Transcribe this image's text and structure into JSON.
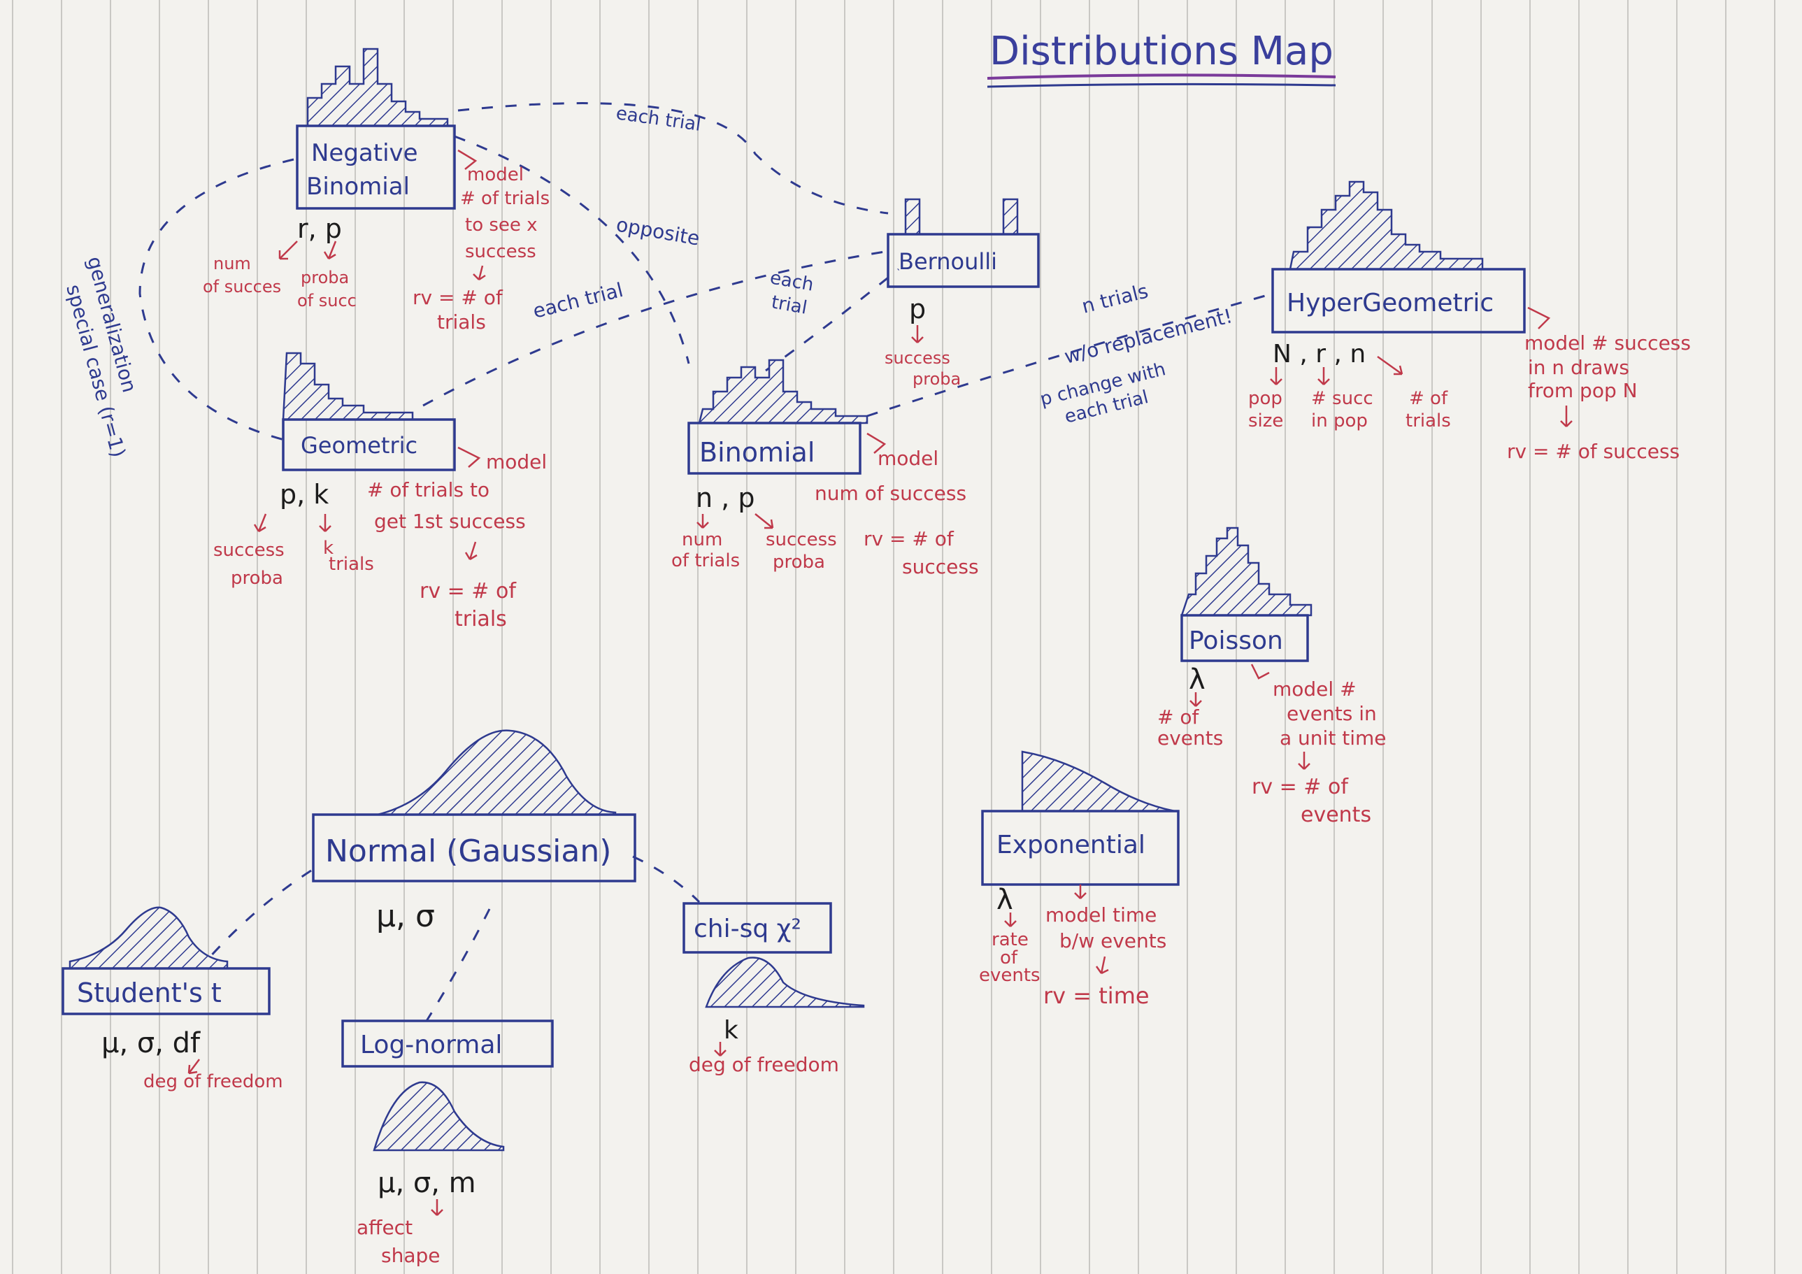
{
  "title": "Distributions Map",
  "colors": {
    "paper": "#f3f2ee",
    "blue_ink": "#2e3a8f",
    "red_ink": "#c0394a",
    "rule_line": "#c9c8c4"
  },
  "nodes": {
    "negative_binomial": {
      "name_line1": "Negative",
      "name_line2": "Binomial",
      "params": "r, p",
      "notes": [
        "num",
        "of succes",
        "proba",
        "of succ"
      ],
      "model": [
        "model",
        "# of trials",
        "to see x",
        "success",
        "rv = # of",
        "trials"
      ]
    },
    "bernoulli": {
      "name": "Bernoulli",
      "params": "p",
      "notes": [
        "success",
        "proba"
      ]
    },
    "hypergeometric": {
      "name": "HyperGeometric",
      "params": "N , r , n",
      "notes": [
        "pop",
        "size",
        "# succ",
        "in pop",
        "# of",
        "trials"
      ],
      "model": [
        "model # success",
        "in n draws",
        "from pop N",
        "rv = # of success"
      ]
    },
    "geometric": {
      "name": "Geometric",
      "params": "p, k",
      "notes": [
        "success",
        "proba",
        "k",
        "trials"
      ],
      "model": [
        "model",
        "# of trials to",
        "get 1st success",
        "rv = # of",
        "trials"
      ]
    },
    "binomial": {
      "name": "Binomial",
      "params": "n , p",
      "notes": [
        "num",
        "of trials",
        "success",
        "proba"
      ],
      "model": [
        "model",
        "num of success",
        "rv = # of",
        "success"
      ]
    },
    "poisson": {
      "name": "Poisson",
      "params": "λ",
      "notes": [
        "# of",
        "events"
      ],
      "model": [
        "model #",
        "events in",
        "a unit time",
        "rv = # of",
        "events"
      ]
    },
    "normal": {
      "name": "Normal (Gaussian)",
      "params": "μ, σ"
    },
    "students_t": {
      "name": "Student's t",
      "params": "μ, σ, df",
      "notes": [
        "deg of freedom"
      ]
    },
    "log_normal": {
      "name": "Log-normal",
      "params": "μ, σ, m",
      "notes": [
        "affect",
        "shape"
      ]
    },
    "chi_sq": {
      "name": "chi-sq χ²",
      "params": "k",
      "notes": [
        "deg of freedom"
      ]
    },
    "exponential": {
      "name": "Exponential",
      "params": "λ",
      "notes": [
        "rate",
        "of",
        "events"
      ],
      "model": [
        "model time",
        "b/w events",
        "rv = time"
      ]
    }
  },
  "edges": {
    "negbin_bernoulli": "each trial",
    "negbin_binomial": "opposite",
    "geometric_bernoulli": "each trial",
    "binomial_bernoulli": [
      "each",
      "trial"
    ],
    "negbin_geometric": [
      "generalization",
      "special case (r=1)"
    ],
    "binomial_hypergeometric": [
      "n trials",
      "w/o replacement!",
      "p change with",
      "each trial"
    ]
  },
  "icons": [
    "histogram-icon",
    "density-curve-icon"
  ]
}
